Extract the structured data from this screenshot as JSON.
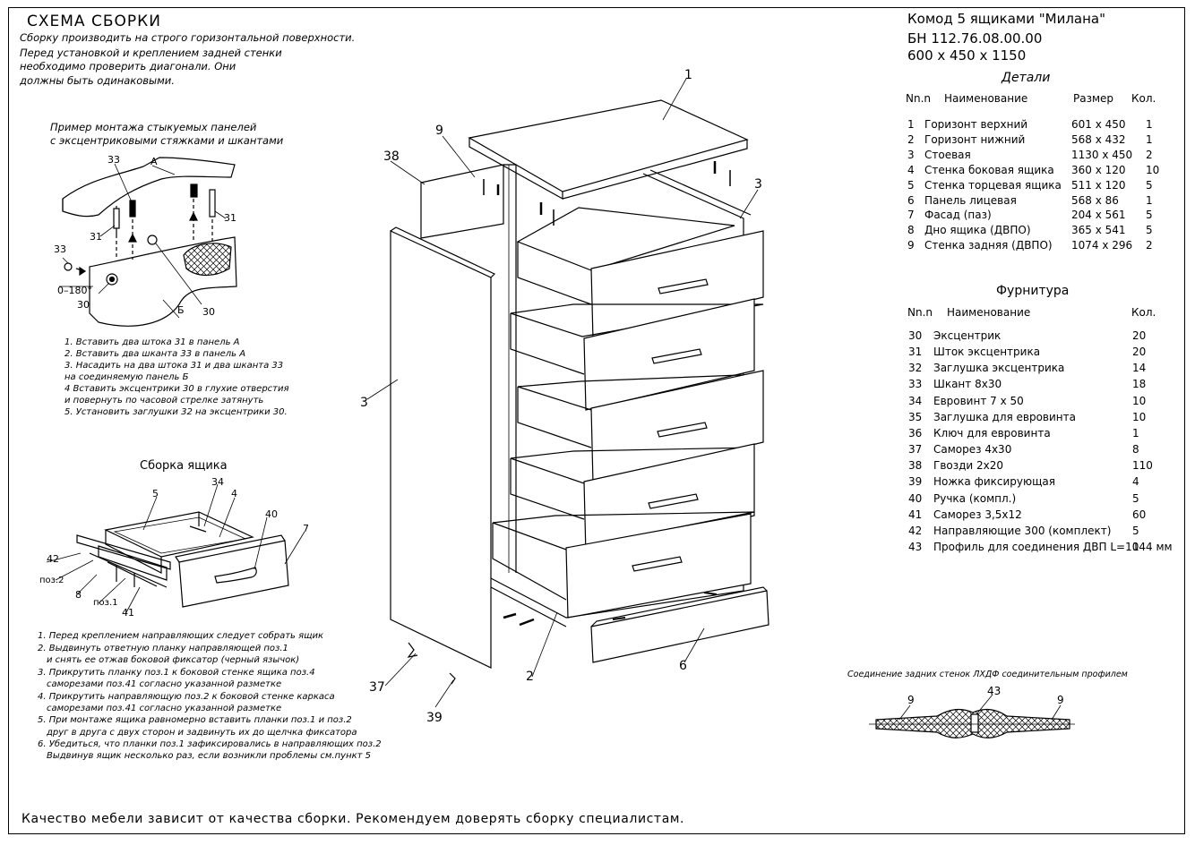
{
  "header": {
    "title": "СХЕМА СБОРКИ",
    "notes": [
      "Сборку производить на строго горизонтальной поверхности.",
      "Перед установкой и креплением задней стенки",
      "необходимо проверить диагонали. Они",
      "должны быть одинаковыми."
    ]
  },
  "product": {
    "name": "Комод 5 ящиками \"Милана\"",
    "code": "БН 112.76.08.00.00",
    "dims": "600 x 450 x 1150"
  },
  "details": {
    "title": "Детали",
    "columns": [
      "Nn.n",
      "Наименование",
      "Размер",
      "Кол."
    ],
    "rows": [
      [
        "1",
        "Горизонт верхний",
        "601 x 450",
        "1"
      ],
      [
        "2",
        "Горизонт нижний",
        "568 x 432",
        "1"
      ],
      [
        "3",
        "Стоевая",
        "1130 x 450",
        "2"
      ],
      [
        "4",
        "Стенка боковая ящика",
        "360 x 120",
        "10"
      ],
      [
        "5",
        "Стенка торцевая ящика",
        "511 x 120",
        "5"
      ],
      [
        "6",
        "Панель лицевая",
        "568 x 86",
        "1"
      ],
      [
        "7",
        "Фасад (паз)",
        "204 x 561",
        "5"
      ],
      [
        "8",
        "Дно ящика (ДВПО)",
        "365 x 541",
        "5"
      ],
      [
        "9",
        "Стенка задняя (ДВПО)",
        "1074 x 296",
        "2"
      ]
    ]
  },
  "hardware": {
    "title": "Фурнитура",
    "columns": [
      "Nn.n",
      "Наименование",
      "Кол."
    ],
    "rows": [
      [
        "30",
        "Эксцентрик",
        "20"
      ],
      [
        "31",
        "Шток эксцентрика",
        "20"
      ],
      [
        "32",
        "Заглушка эксцентрика",
        "14"
      ],
      [
        "33",
        "Шкант 8x30",
        "18"
      ],
      [
        "34",
        "Евровинт 7 x 50",
        "10"
      ],
      [
        "35",
        "Заглушка для евровинта",
        "10"
      ],
      [
        "36",
        "Ключ для евровинта",
        "1"
      ],
      [
        "37",
        "Саморез 4x30",
        "8"
      ],
      [
        "38",
        "Гвозди 2x20",
        "110"
      ],
      [
        "39",
        "Ножка фиксирующая",
        "4"
      ],
      [
        "40",
        "Ручка (компл.)",
        "5"
      ],
      [
        "41",
        "Саморез 3,5x12",
        "60"
      ],
      [
        "42",
        "Направляющие 300 (комплект)",
        "5"
      ],
      [
        "43",
        "Профиль для соединения ДВП L=1044 мм",
        "1"
      ]
    ]
  },
  "panel_example": {
    "title_lines": [
      "Пример монтажа стыкуемых панелей",
      "с эксцентриковыми стяжками    и шкантами"
    ],
    "labels": {
      "a": "А",
      "b": "Б",
      "n33a": "33",
      "n31a": "31",
      "n31b": "31",
      "n33b": "33",
      "n30a": "30",
      "n30b": "30",
      "angle": "0–180°"
    },
    "steps": [
      "1. Вставить два штока 31 в панель А",
      "2. Вставить два шканта 33 в панель А",
      "3. Насадить на два штока 31 и два шканта 33",
      "на соединяемую панель Б",
      "4 Вставить эксцентрики 30 в глухие отверстия",
      "и повернуть по часовой стрелке затянуть",
      "5. Установить заглушки 32 на эксцентрики 30."
    ]
  },
  "drawer_assembly": {
    "title": "Сборка ящика",
    "labels": {
      "n5": "5",
      "n34": "34",
      "n4": "4",
      "n40": "40",
      "n7": "7",
      "n42": "42",
      "pos2": "поз.2",
      "n8": "8",
      "pos1": "поз.1",
      "n41": "41"
    },
    "steps": [
      "1. Перед креплением направляющих следует собрать ящик",
      "2. Выдвинуть ответную планку направляющей поз.1",
      "и снять ее отжав боковой фиксатор (черный язычок)",
      "3. Прикрутить планку поз.1 к боковой стенке ящика поз.4",
      "саморезами поз.41 согласно указанной разметке",
      "4. Прикрутить направляющую поз.2 к боковой стенке каркаса",
      "саморезами поз.41 согласно указанной разметке",
      "5. При монтаже ящика равномерно вставить планки поз.1 и поз.2",
      "друг в друга с двух сторон и задвинуть их до щелчка фиксатора",
      "6. Убедиться, что планки поз.1 зафиксировались в направляющих поз.2",
      "Выдвинув ящик несколько раз, если возникли проблемы см.пункт 5"
    ]
  },
  "main_labels": {
    "n1": "1",
    "n2": "2",
    "n3a": "3",
    "n3b": "3",
    "n6": "6",
    "n9": "9",
    "n37": "37",
    "n38": "38",
    "n39": "39"
  },
  "joint": {
    "caption": "Соединение задних стенок ЛХДФ соединительным профилем",
    "labels": {
      "left": "9",
      "center": "43",
      "right": "9"
    }
  },
  "footer": "Качество мебели зависит от качества сборки. Рекомендуем доверять сборку специалистам."
}
